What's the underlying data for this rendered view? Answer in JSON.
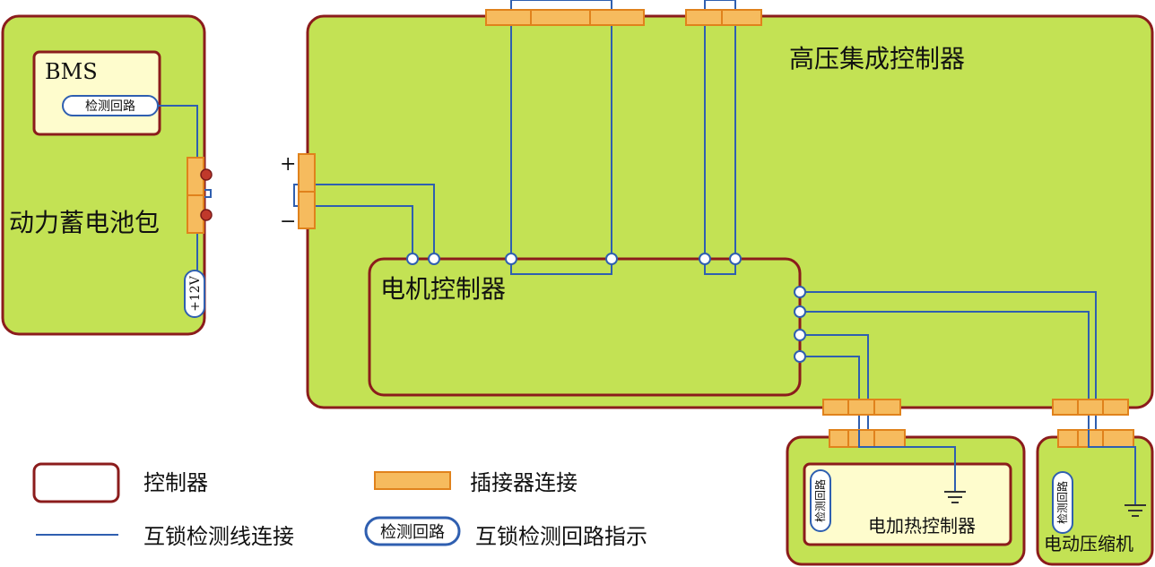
{
  "blocks": {
    "bms": "BMS",
    "battery_pack": "动力蓄电池包",
    "hv_integrated_controller": "高压集成控制器",
    "motor_controller": "电机控制器",
    "electric_heater_controller": "电加热控制器",
    "electric_compressor": "电动压缩机"
  },
  "pills": {
    "detect_loop": "检测回路",
    "plus_12v": "+12V"
  },
  "terminals": {
    "plus": "+",
    "minus": "−"
  },
  "legend": {
    "controller": "控制器",
    "connector": "插接器连接",
    "interlock_wire": "互锁检测线连接",
    "pill_sample": "检测回路",
    "loop_indicator": "互锁检测回路指示"
  },
  "colors": {
    "controller_fill": "#c3e254",
    "controller_border": "#8b1c1c",
    "inner_fill": "#fefccd",
    "wire": "#2f5fb0",
    "connector_fill": "#f6bb5e",
    "connector_border": "#e0821c"
  }
}
